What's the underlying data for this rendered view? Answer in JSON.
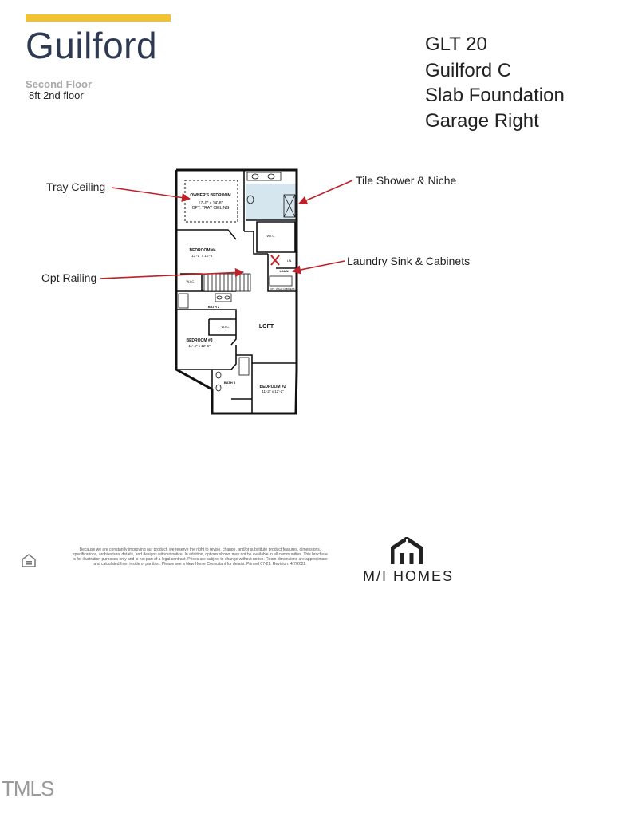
{
  "header": {
    "title": "Guilford",
    "floor_label": "Second Floor",
    "floor_note": "8ft 2nd floor"
  },
  "lot_info": {
    "lines": [
      "GLT 20",
      "Guilford C",
      "Slab Foundation",
      "Garage Right"
    ]
  },
  "callouts": {
    "tray_ceiling": "Tray Ceiling",
    "tile_shower": "Tile Shower & Niche",
    "laundry": "Laundry Sink & Cabinets",
    "opt_railing": "Opt Railing"
  },
  "colors": {
    "accent": "#f2c230",
    "title": "#2e3a52",
    "callout_arrow": "#c0202a",
    "shower_fill": "#d6e6ee"
  },
  "floorplan": {
    "owners_bedroom": "OWNER'S BEDROOM",
    "owners_dims": "17'-0\" x 14'-8\"",
    "owners_opt": "OPT. TRAY CEILING",
    "bedroom4": "BEDROOM #4",
    "bedroom4_dims": "13'-1\" x 10'-8\"",
    "wic": "W.I.C.",
    "wic_small": "W.I.C.",
    "linen": "LIN.",
    "laundry": "LAUN",
    "opt_wall_cabinets": "OPT. WALL CABINETS",
    "bath2": "BATH 2",
    "loft": "LOFT",
    "bedroom3": "BEDROOM #3",
    "bedroom3_dims": "11'-4\" x 12'-6\"",
    "wic3": "W.I.C.",
    "bath3": "BATH 3",
    "bedroom2": "BEDROOM #2",
    "bedroom2_dims": "11'-2\" x 12'-2\""
  },
  "footer": {
    "disclaimer": "Because we are constantly improving our product, we reserve the right to revise, change, and/or substitute product features, dimensions, specifications, architectural details, and designs without notice. In addition, options shown may not be available in all communities. This brochure is for illustration purposes only and is not part of a legal contract. Prices are subject to change without notice. Room dimensions are approximate and calculated from inside of partition. Please see a New Home Consultant for details. Printed 07-21. Revision: 4/7/2022.",
    "brand": "M/I HOMES",
    "mls_mark": "TMLS",
    "eho_icon": "equal-housing-icon"
  }
}
